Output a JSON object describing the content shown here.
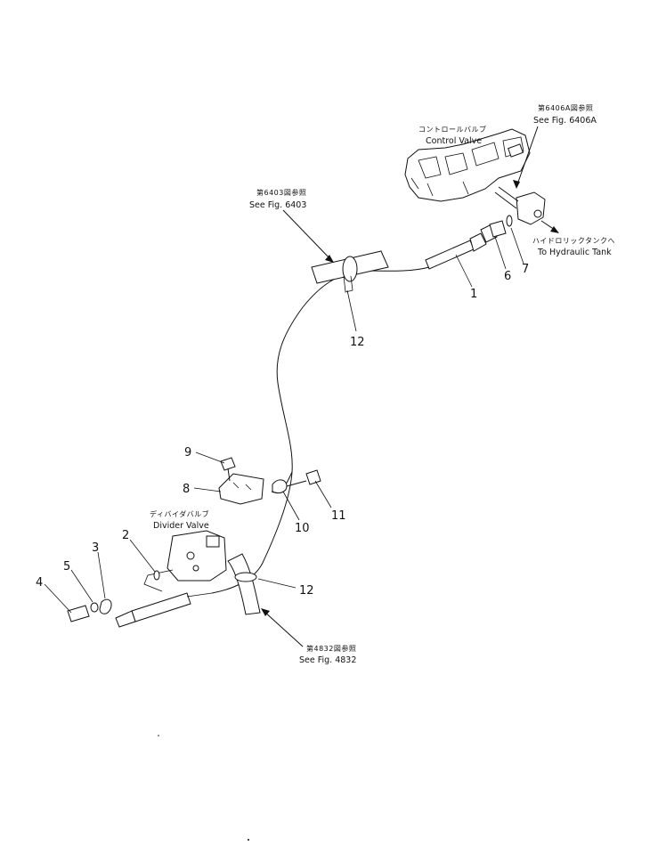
{
  "labels": {
    "control_valve_jp": "コントロールバルブ",
    "control_valve_en": "Control Valve",
    "see_fig_6406a_jp": "第6406A図参照",
    "see_fig_6406a_en": "See Fig. 6406A",
    "hydraulic_tank_jp": "ハイドロリックタンクへ",
    "hydraulic_tank_en": "To Hydraulic Tank",
    "see_fig_6403_jp": "第6403図参照",
    "see_fig_6403_en": "See Fig. 6403",
    "divider_valve_jp": "ディバイダバルブ",
    "divider_valve_en": "Divider Valve",
    "see_fig_4832_jp": "第4832図参照",
    "see_fig_4832_en": "See Fig. 4832"
  },
  "callouts": {
    "p1": "1",
    "p2": "2",
    "p3": "3",
    "p4": "4",
    "p5": "5",
    "p6": "6",
    "p7": "7",
    "p8": "8",
    "p9": "9",
    "p10": "10",
    "p11": "11",
    "p12a": "12",
    "p12b": "12"
  }
}
